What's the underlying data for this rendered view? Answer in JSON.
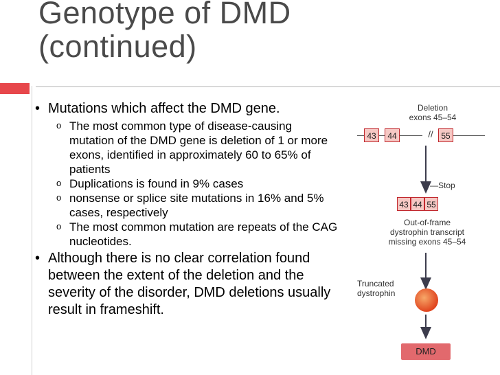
{
  "slide": {
    "title_lines": [
      "Genotype of DMD",
      "(continued)"
    ],
    "bullets": [
      {
        "level": 1,
        "marker": "•",
        "text": "Mutations which affect the DMD gene."
      },
      {
        "level": 2,
        "marker": "o",
        "text": "The most common type of disease-causing mutation of the DMD gene is deletion of 1 or more exons, identified in approximately 60 to 65% of patients"
      },
      {
        "level": 2,
        "marker": "o",
        "text": "Duplications is found in 9% cases"
      },
      {
        "level": 2,
        "marker": "o",
        "text": "nonsense or splice site mutations in 16% and 5% cases, respectively"
      },
      {
        "level": 2,
        "marker": "o",
        "text": "The most common mutation are repeats of the CAG nucleotides."
      },
      {
        "level": 1,
        "marker": "•",
        "text": "Although there is no clear correlation found between the extent of the deletion and the severity of the disorder, DMD deletions usually result in frameshift."
      }
    ]
  },
  "figure": {
    "deletion_label_1": "Deletion",
    "deletion_label_2": "exons 45–54",
    "top_exons": [
      "43",
      "44",
      "55"
    ],
    "break_mark": "//",
    "stop_label": "Stop",
    "transcript_exons": [
      "43",
      "44",
      "55"
    ],
    "transcript_caption_1": "Out-of-frame",
    "transcript_caption_2": "dystrophin transcript",
    "transcript_caption_3": "missing exons 45–54",
    "truncated_label_1": "Truncated",
    "truncated_label_2": "dystrophin",
    "result_label": "DMD"
  },
  "colors": {
    "accent": "#e7474b",
    "title": "#4a4a4a",
    "exon_fill": "#f6c8c4",
    "dmd_box": "#e2696d"
  }
}
